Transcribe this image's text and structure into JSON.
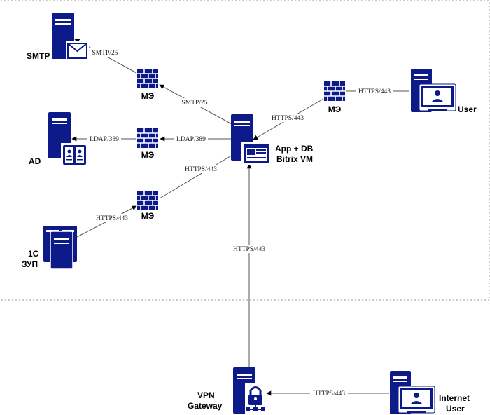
{
  "colors": {
    "icon": "#0d1a8a",
    "icon_light": "#ffffff",
    "edge": "#555555",
    "zone_border": "#9a9a9a"
  },
  "nodes": {
    "smtp": {
      "label": "SMTP",
      "icon": "server-mail-icon"
    },
    "ad": {
      "label": "AD",
      "icon": "server-directory-icon"
    },
    "zup": {
      "label_line1": "1С",
      "label_line2": "ЗУП",
      "icon": "server-cluster-icon"
    },
    "app": {
      "label_line1": "App + DB",
      "label_line2": "Bitrix VM",
      "icon": "server-app-icon"
    },
    "user": {
      "label": "User",
      "icon": "workstation-icon"
    },
    "vpn": {
      "label_line1": "VPN",
      "label_line2": "Gateway",
      "icon": "server-lock-icon"
    },
    "internet_user": {
      "label_line1": "Internet",
      "label_line2": "User",
      "icon": "workstation-icon"
    },
    "fw_smtp": {
      "label": "МЭ",
      "icon": "firewall-icon"
    },
    "fw_ad": {
      "label": "МЭ",
      "icon": "firewall-icon"
    },
    "fw_zup": {
      "label": "МЭ",
      "icon": "firewall-icon"
    },
    "fw_user": {
      "label": "МЭ",
      "icon": "firewall-icon"
    }
  },
  "edges": {
    "fw_smtp_to_smtp": "SMTP/25",
    "app_to_fw_smtp": "SMTP/25",
    "fw_ad_to_ad": "LDAP/389",
    "app_to_fw_ad": "LDAP/389",
    "fw_zup_to_app": "HTTPS/443",
    "zup_to_fw_zup": "HTTPS/443",
    "user_to_fw_user": "HTTPS/443",
    "fw_user_to_app": "HTTPS/443",
    "vpn_to_app": "HTTPS/443",
    "internet_user_to_vpn": "HTTPS/443"
  }
}
